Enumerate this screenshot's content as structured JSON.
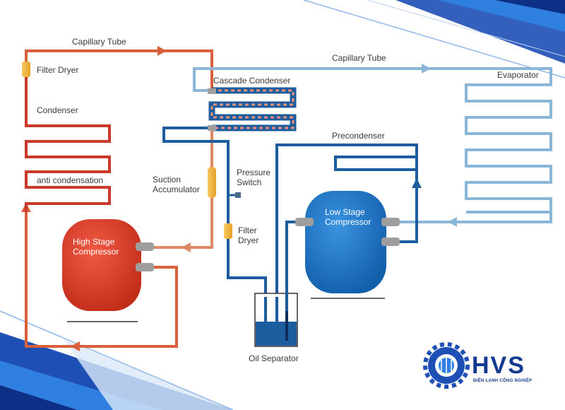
{
  "labels": {
    "capillary_tube_left": "Capillary Tube",
    "filter_dryer_left": "Filter Dryer",
    "condenser": "Condenser",
    "anti_condensation": "anti condensation",
    "high_stage_line1": "High Stage",
    "high_stage_line2": "Compressor",
    "cascade_condenser": "Cascade Condenser",
    "suction_line1": "Suction",
    "suction_line2": "Accumulator",
    "pressure_line1": "Pressure",
    "pressure_line2": "Switch",
    "filter_dryer_right_line1": "Filter",
    "filter_dryer_right_line2": "Dryer",
    "capillary_tube_right": "Capillary Tube",
    "evaporator": "Evaporator",
    "precondenser": "Precondenser",
    "low_stage_line1": "Low Stage",
    "low_stage_line2": "Compressor",
    "oil_separator": "Oil Separator"
  },
  "logo": {
    "brand": "HVS",
    "tagline": "ĐIỆN LẠNH CÔNG NGHIỆP"
  },
  "colors": {
    "hot_pipe": "#d9603d",
    "warm_pipe": "#dd8a64",
    "cold_pipe": "#1d5d9d",
    "light_pipe": "#8ab6d8",
    "high_stage_compressor": "#d63a25",
    "low_stage_compressor": "#1c74c7",
    "filter": "#f1b43a",
    "brand": "#123a8f"
  }
}
